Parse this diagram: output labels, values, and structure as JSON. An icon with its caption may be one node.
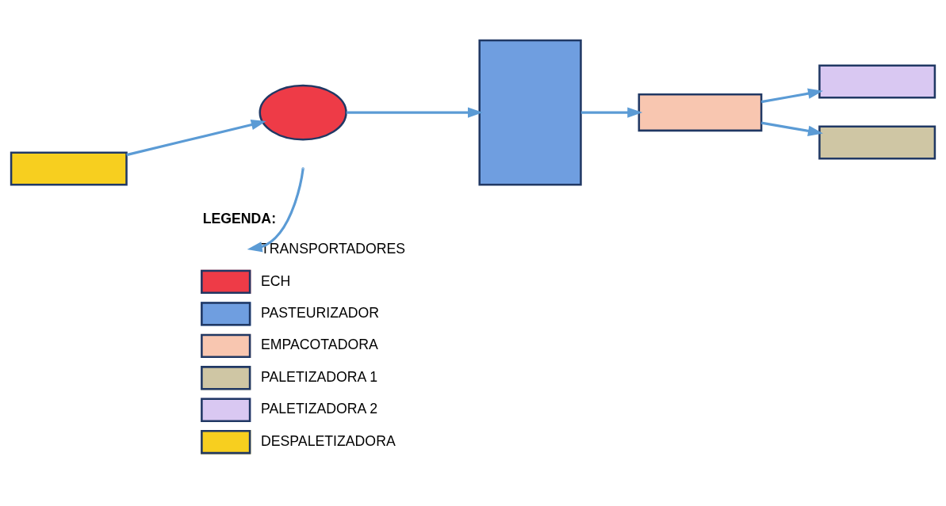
{
  "diagram": {
    "nodes": [
      {
        "text": [],
        "shape": "circle"
      },
      {
        "text": [],
        "shape": "box"
      },
      {
        "text": [],
        "shape": "box"
      },
      {
        "text": [],
        "shape": "box"
      },
      {
        "text": [],
        "shape": "box"
      },
      {
        "text": [],
        "shape": "box"
      }
    ],
    "edges": [
      {
        "from": 5,
        "to": 0,
        "arrow": "to"
      },
      {
        "from": 0,
        "to": 1,
        "arrow": "to"
      },
      {
        "from": 1,
        "to": 2,
        "arrow": "to"
      },
      {
        "from": 2,
        "to": 3,
        "arrow": "to"
      },
      {
        "from": 2,
        "to": 4,
        "arrow": "to"
      }
    ],
    "labels": [
      "LEGENDA:"
    ],
    "legend": [
      {
        "text": "TRANSPORTADORES"
      },
      {
        "text": "ECH",
        "color": "#ee3b47"
      },
      {
        "text": "PASTEURIZADOR",
        "color": "#6f9ee0"
      },
      {
        "text": "EMPACOTADORA",
        "color": "#f8c6b0"
      },
      {
        "text": "PALETIZADORA 1",
        "color": "#cfc6a4"
      },
      {
        "text": "PALETIZADORA 2",
        "color": "#d9c8f2"
      },
      {
        "text": "DESPALETIZADORA",
        "color": "#f7cf1f"
      }
    ]
  }
}
